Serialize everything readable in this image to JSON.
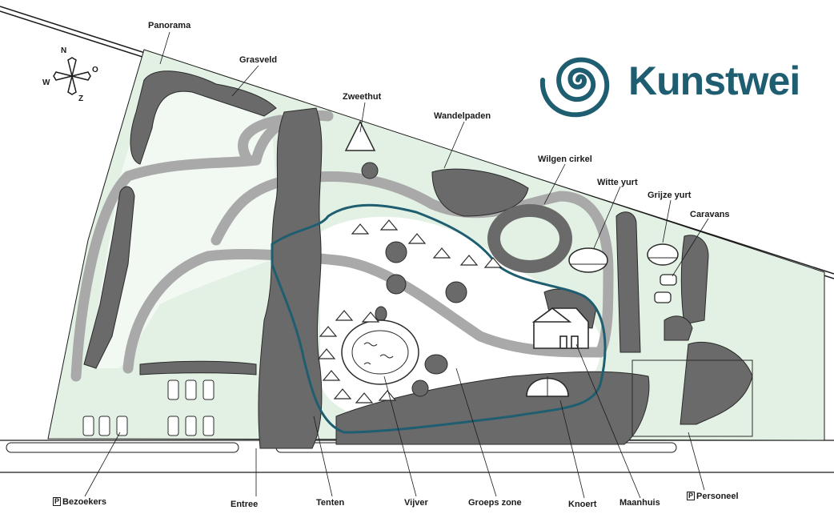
{
  "brand": {
    "name": "Kunstwei",
    "color": "#1f5e70"
  },
  "compass": {
    "n": "N",
    "o": "O",
    "z": "Z",
    "w": "W"
  },
  "labels": {
    "panorama": "Panorama",
    "grasveld": "Grasveld",
    "zweethut": "Zweethut",
    "wandelpaden": "Wandelpaden",
    "wilgen_cirkel": "Wilgen cirkel",
    "witte_yurt": "Witte yurt",
    "grijze_yurt": "Grijze yurt",
    "caravans": "Caravans",
    "bezoekers": "Bezoekers",
    "entree": "Entree",
    "tenten": "Tenten",
    "vijver": "Vijver",
    "groeps_zone": "Groeps zone",
    "knoert": "Knoert",
    "maanhuis": "Maanhuis",
    "personeel": "Personeel",
    "parking_symbol": "P"
  },
  "colors": {
    "grass": "#e3f1e4",
    "path": "#a9a9a9",
    "tree": "#6a6a6a",
    "zone": "#1f5e70"
  }
}
